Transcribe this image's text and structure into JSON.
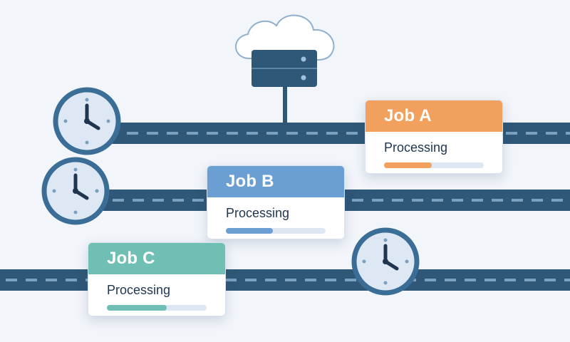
{
  "colors": {
    "background": "#f2f5fa",
    "road": "#2f5777",
    "road_dash": "#7aa0c0",
    "clock_face": "#dde8f4",
    "clock_rim": "#3b6e96",
    "server": "#2f5777",
    "cloud": "#ffffff"
  },
  "jobs": [
    {
      "title": "Job A",
      "status": "Processing",
      "progress": 0.48,
      "accent": "#f2a05e"
    },
    {
      "title": "Job B",
      "status": "Processing",
      "progress": 0.47,
      "accent": "#6b9fd4"
    },
    {
      "title": "Job C",
      "status": "Processing",
      "progress": 0.6,
      "accent": "#6fbfb4"
    }
  ],
  "icons": {
    "cloud": "cloud-icon",
    "server": "server-icon",
    "clock": "clock-icon"
  }
}
